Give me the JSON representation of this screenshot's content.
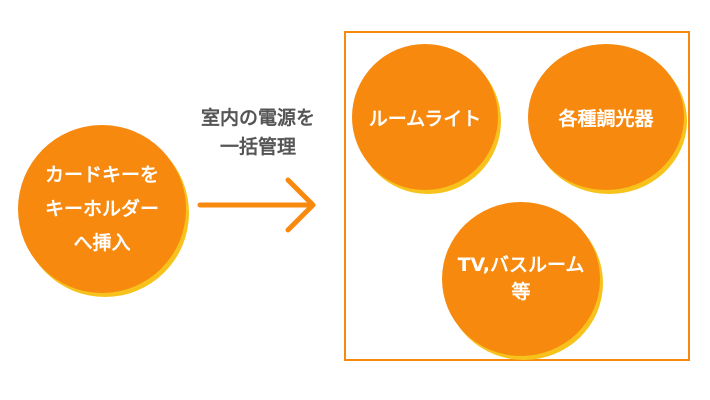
{
  "source_node": {
    "lines": [
      "カードキーを",
      "キーホルダー",
      "へ挿入"
    ]
  },
  "arrow_caption": {
    "lines": [
      "室内の電源を",
      "一括管理"
    ]
  },
  "targets": [
    {
      "lines": [
        "ルームライト"
      ]
    },
    {
      "lines": [
        "各種調光器"
      ]
    },
    {
      "lines": [
        "TV,バスルーム",
        "等"
      ]
    }
  ],
  "colors": {
    "circle_fill": "#f7890f",
    "circle_shadow": "#f6c21b",
    "box_border": "#f7890f",
    "caption_text": "#555555"
  }
}
